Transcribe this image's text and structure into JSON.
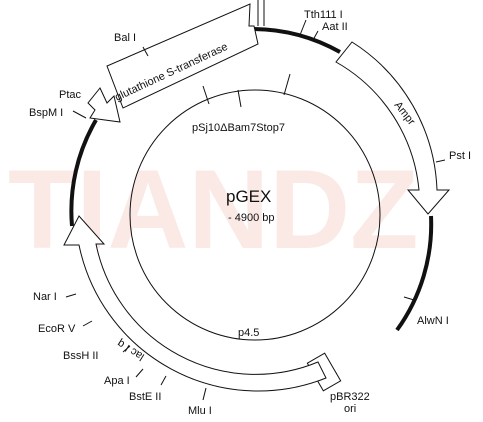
{
  "map": {
    "name": "pGEX",
    "size": "- 4900 bp",
    "inner_label": "pSj10ΔBam7Stop7",
    "watermark": "TIANDZ",
    "colors": {
      "line": "#111111",
      "watermark": "#fbe9e6"
    }
  },
  "features": {
    "gst": "glutathione S-transferase",
    "amp": "Ampr",
    "laciq": "lac I q",
    "p45": "p4.5",
    "ptac": "Ptac",
    "ori_line1": "pBR322",
    "ori_line2": "ori"
  },
  "sites": {
    "bal": "Bal I",
    "tth": "Tth111 I",
    "aat": "Aat II",
    "pst": "Pst I",
    "bspm": "BspM I",
    "alwn": "AlwN I",
    "nar": "Nar I",
    "ecor": "EcoR V",
    "bssh": "BssH II",
    "apa": "Apa I",
    "bste": "BstE II",
    "mlu": "Mlu I"
  }
}
